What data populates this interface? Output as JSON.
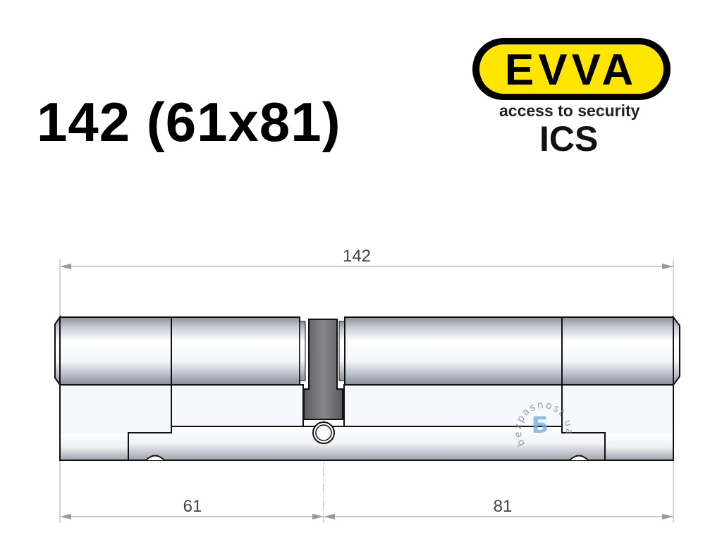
{
  "title": "142 (61x81)",
  "brand": {
    "logo_text": "EVVA",
    "tagline": "access to security",
    "variant": "ICS",
    "colors": {
      "yellow": "#ffe600",
      "black": "#000000"
    }
  },
  "dimensions": {
    "total": "142",
    "left": "61",
    "right": "81"
  },
  "watermark": {
    "letter": "Б",
    "text": "bezpasnost.ua"
  }
}
